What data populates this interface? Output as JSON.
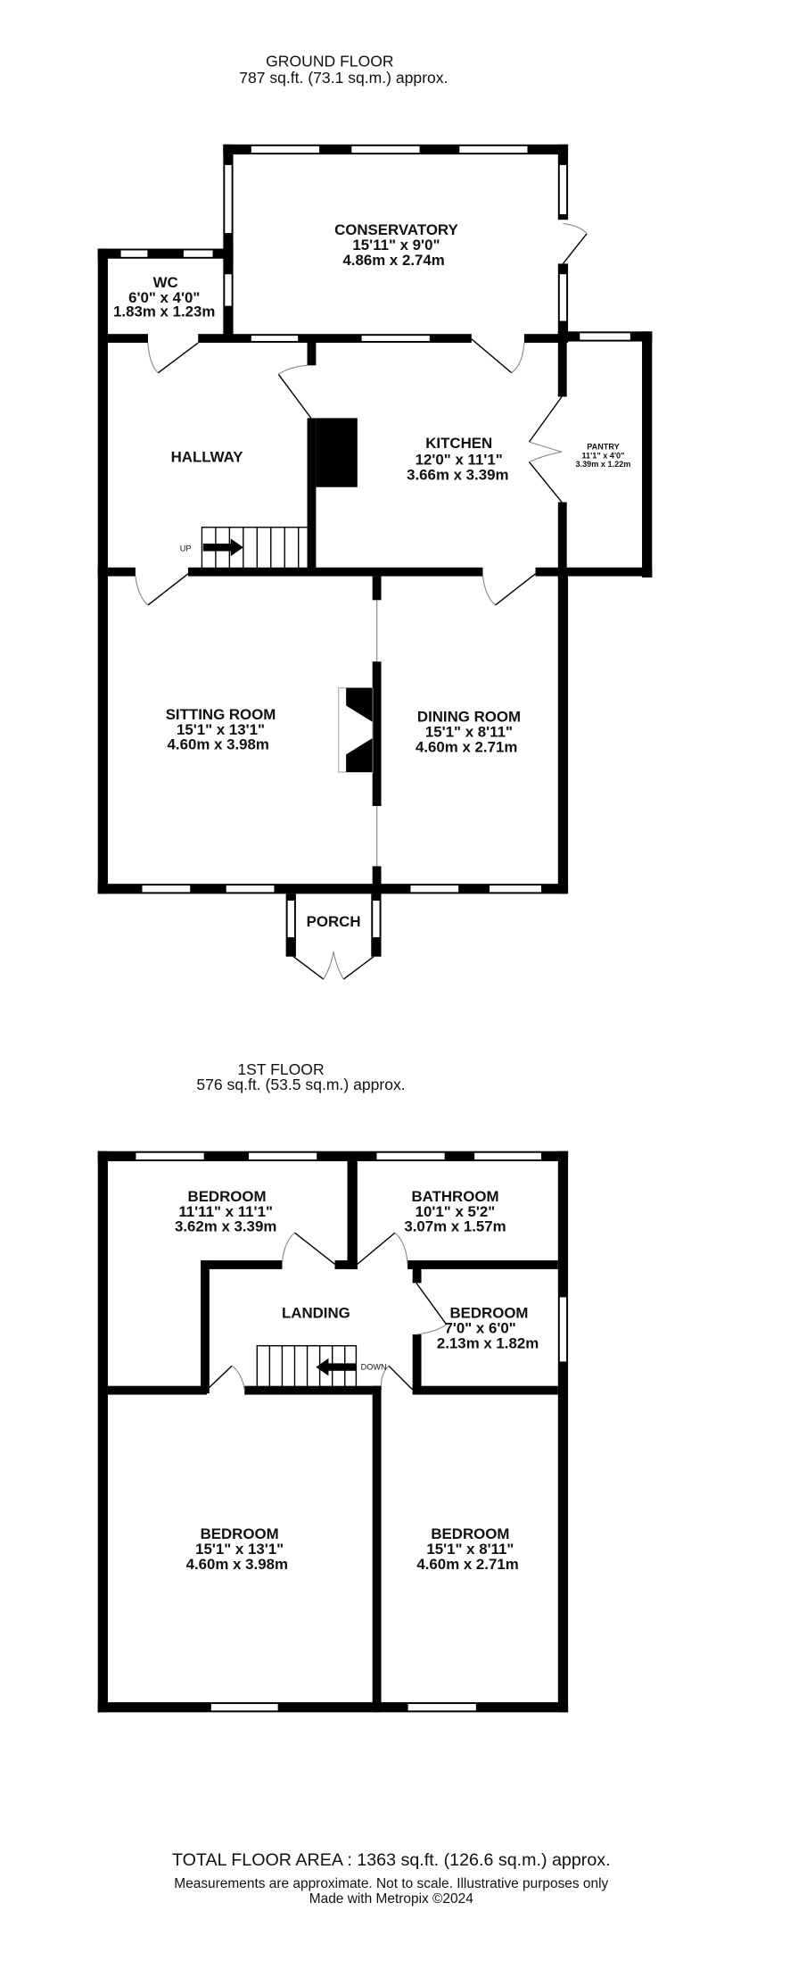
{
  "ground_floor": {
    "title": "GROUND FLOOR",
    "area": "787 sq.ft. (73.1 sq.m.) approx.",
    "rooms": [
      {
        "name": "CONSERVATORY",
        "imperial": "15'11\"  x 9'0\"",
        "metric": "4.86m  x 2.74m"
      },
      {
        "name": "WC",
        "imperial": "6'0\"  x 4'0\"",
        "metric": "1.83m  x 1.23m"
      },
      {
        "name": "HALLWAY"
      },
      {
        "name": "KITCHEN",
        "imperial": "12'0\"  x 11'1\"",
        "metric": "3.66m  x 3.39m"
      },
      {
        "name": "PANTRY",
        "imperial": "11'1\"  x 4'0\"",
        "metric": "3.39m  x 1.22m"
      },
      {
        "name": "SITTING ROOM",
        "imperial": "15'1\"  x 13'1\"",
        "metric": "4.60m  x 3.98m"
      },
      {
        "name": "DINING ROOM",
        "imperial": "15'1\"  x 8'11\"",
        "metric": "4.60m  x 2.71m"
      },
      {
        "name": "PORCH"
      }
    ],
    "stairs_label": "UP"
  },
  "first_floor": {
    "title": "1ST FLOOR",
    "area": "576 sq.ft. (53.5 sq.m.) approx.",
    "rooms": [
      {
        "name": "BEDROOM",
        "imperial": "11'11\"  x 11'1\"",
        "metric": "3.62m  x 3.39m"
      },
      {
        "name": "BATHROOM",
        "imperial": "10'1\"  x 5'2\"",
        "metric": "3.07m  x 1.57m"
      },
      {
        "name": "LANDING"
      },
      {
        "name": "BEDROOM",
        "imperial": "7'0\"  x 6'0\"",
        "metric": "2.13m  x 1.82m"
      },
      {
        "name": "BEDROOM",
        "imperial": "15'1\"  x 13'1\"",
        "metric": "4.60m  x 3.98m"
      },
      {
        "name": "BEDROOM",
        "imperial": "15'1\"  x 8'11\"",
        "metric": "4.60m  x 2.71m"
      }
    ],
    "stairs_label": "DOWN"
  },
  "footer": {
    "total": "TOTAL FLOOR AREA : 1363 sq.ft. (126.6 sq.m.) approx.",
    "disclaimer": "Measurements are approximate.  Not to scale.  Illustrative purposes only",
    "credit": "Made with Metropix ©2024"
  }
}
